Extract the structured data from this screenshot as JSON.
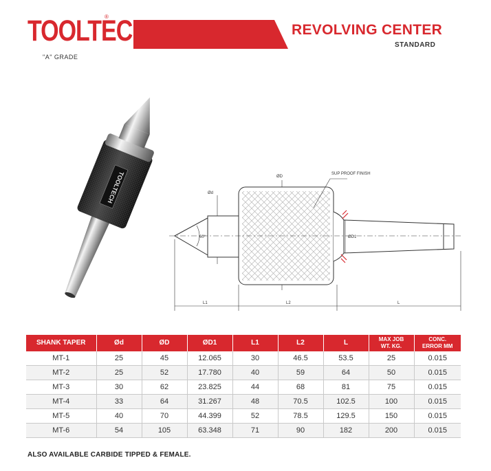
{
  "brand": {
    "name": "TOOLTECH",
    "registered": "®",
    "grade": "\"A\" GRADE",
    "color": "#d8282e"
  },
  "header": {
    "title": "REVOLVING CENTER",
    "subtitle": "STANDARD"
  },
  "product": {
    "label": "TOOLTECH"
  },
  "drawing": {
    "label_dia_D": "ØD",
    "label_finish": "SUP PROOF FINISH",
    "label_dia_d": "Ød",
    "label_angle": "60°",
    "label_dia_D1": "ØD1",
    "label_L1": "L1",
    "label_L2": "L2",
    "label_L": "L"
  },
  "table": {
    "headers": [
      "SHANK TAPER",
      "Ød",
      "ØD",
      "ØD1",
      "L1",
      "L2",
      "L",
      "MAX JOB WT. KG.",
      "CONC. ERROR MM"
    ],
    "header_lines": [
      [
        "SHANK TAPER"
      ],
      [
        "Ød"
      ],
      [
        "ØD"
      ],
      [
        "ØD1"
      ],
      [
        "L1"
      ],
      [
        "L2"
      ],
      [
        "L"
      ],
      [
        "MAX JOB",
        "WT. KG."
      ],
      [
        "CONC.",
        "ERROR MM"
      ]
    ],
    "rows": [
      [
        "MT-1",
        "25",
        "45",
        "12.065",
        "30",
        "46.5",
        "53.5",
        "25",
        "0.015"
      ],
      [
        "MT-2",
        "25",
        "52",
        "17.780",
        "40",
        "59",
        "64",
        "50",
        "0.015"
      ],
      [
        "MT-3",
        "30",
        "62",
        "23.825",
        "44",
        "68",
        "81",
        "75",
        "0.015"
      ],
      [
        "MT-4",
        "33",
        "64",
        "31.267",
        "48",
        "70.5",
        "102.5",
        "100",
        "0.015"
      ],
      [
        "MT-5",
        "40",
        "70",
        "44.399",
        "52",
        "78.5",
        "129.5",
        "150",
        "0.015"
      ],
      [
        "MT-6",
        "54",
        "105",
        "63.348",
        "71",
        "90",
        "182",
        "200",
        "0.015"
      ]
    ]
  },
  "note": "ALSO AVAILABLE CARBIDE TIPPED & FEMALE."
}
